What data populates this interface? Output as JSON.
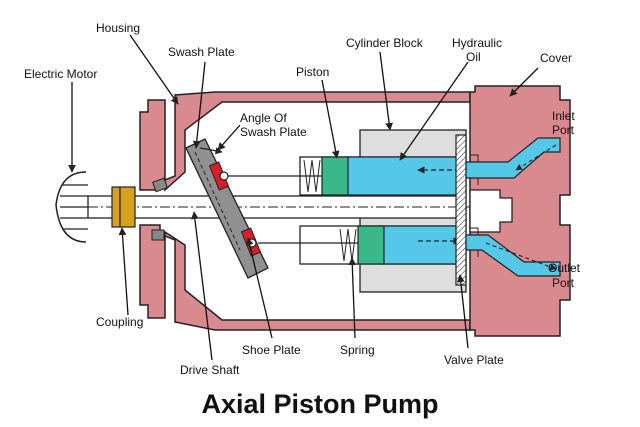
{
  "title": "Axial Piston Pump",
  "labels": {
    "housing": "Housing",
    "swash_plate": "Swash Plate",
    "electric_motor": "Electric Motor",
    "piston": "Piston",
    "cylinder_block": "Cylinder Block",
    "hydraulic_oil_line1": "Hydraulic",
    "hydraulic_oil_line2": "Oil",
    "cover": "Cover",
    "angle_line1": "Angle Of",
    "angle_line2": "Swash Plate",
    "inlet_line1": "Inlet",
    "inlet_line2": "Port",
    "outlet_line1": "Outlet",
    "outlet_line2": "Port",
    "coupling": "Coupling",
    "shoe_plate": "Shoe Plate",
    "spring": "Spring",
    "valve_plate": "Valve Plate",
    "drive_shaft": "Drive Shaft"
  },
  "colors": {
    "housing": "#d98a8f",
    "cover": "#d98a8f",
    "coupling": "#d8a021",
    "hydraulic_oil": "#55c8e8",
    "piston": "#39b98a",
    "swash_plate": "#909090",
    "cylinder_block": "#dedede",
    "shoe": "#d4202a",
    "valve_plate": "#777777",
    "outline": "#222222"
  }
}
